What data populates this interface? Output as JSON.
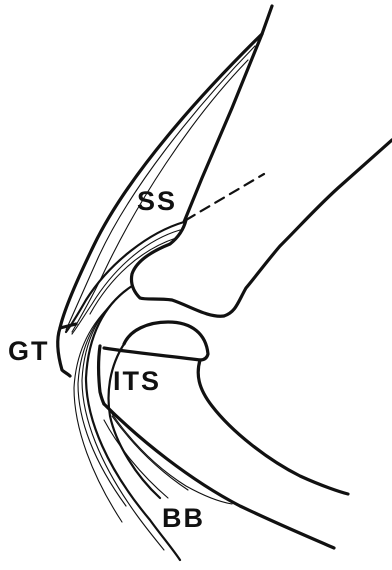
{
  "labels": {
    "supraspinatus": "SS",
    "greater_tuberosity": "GT",
    "infraspinatus": "ITS",
    "biceps": "BB"
  }
}
